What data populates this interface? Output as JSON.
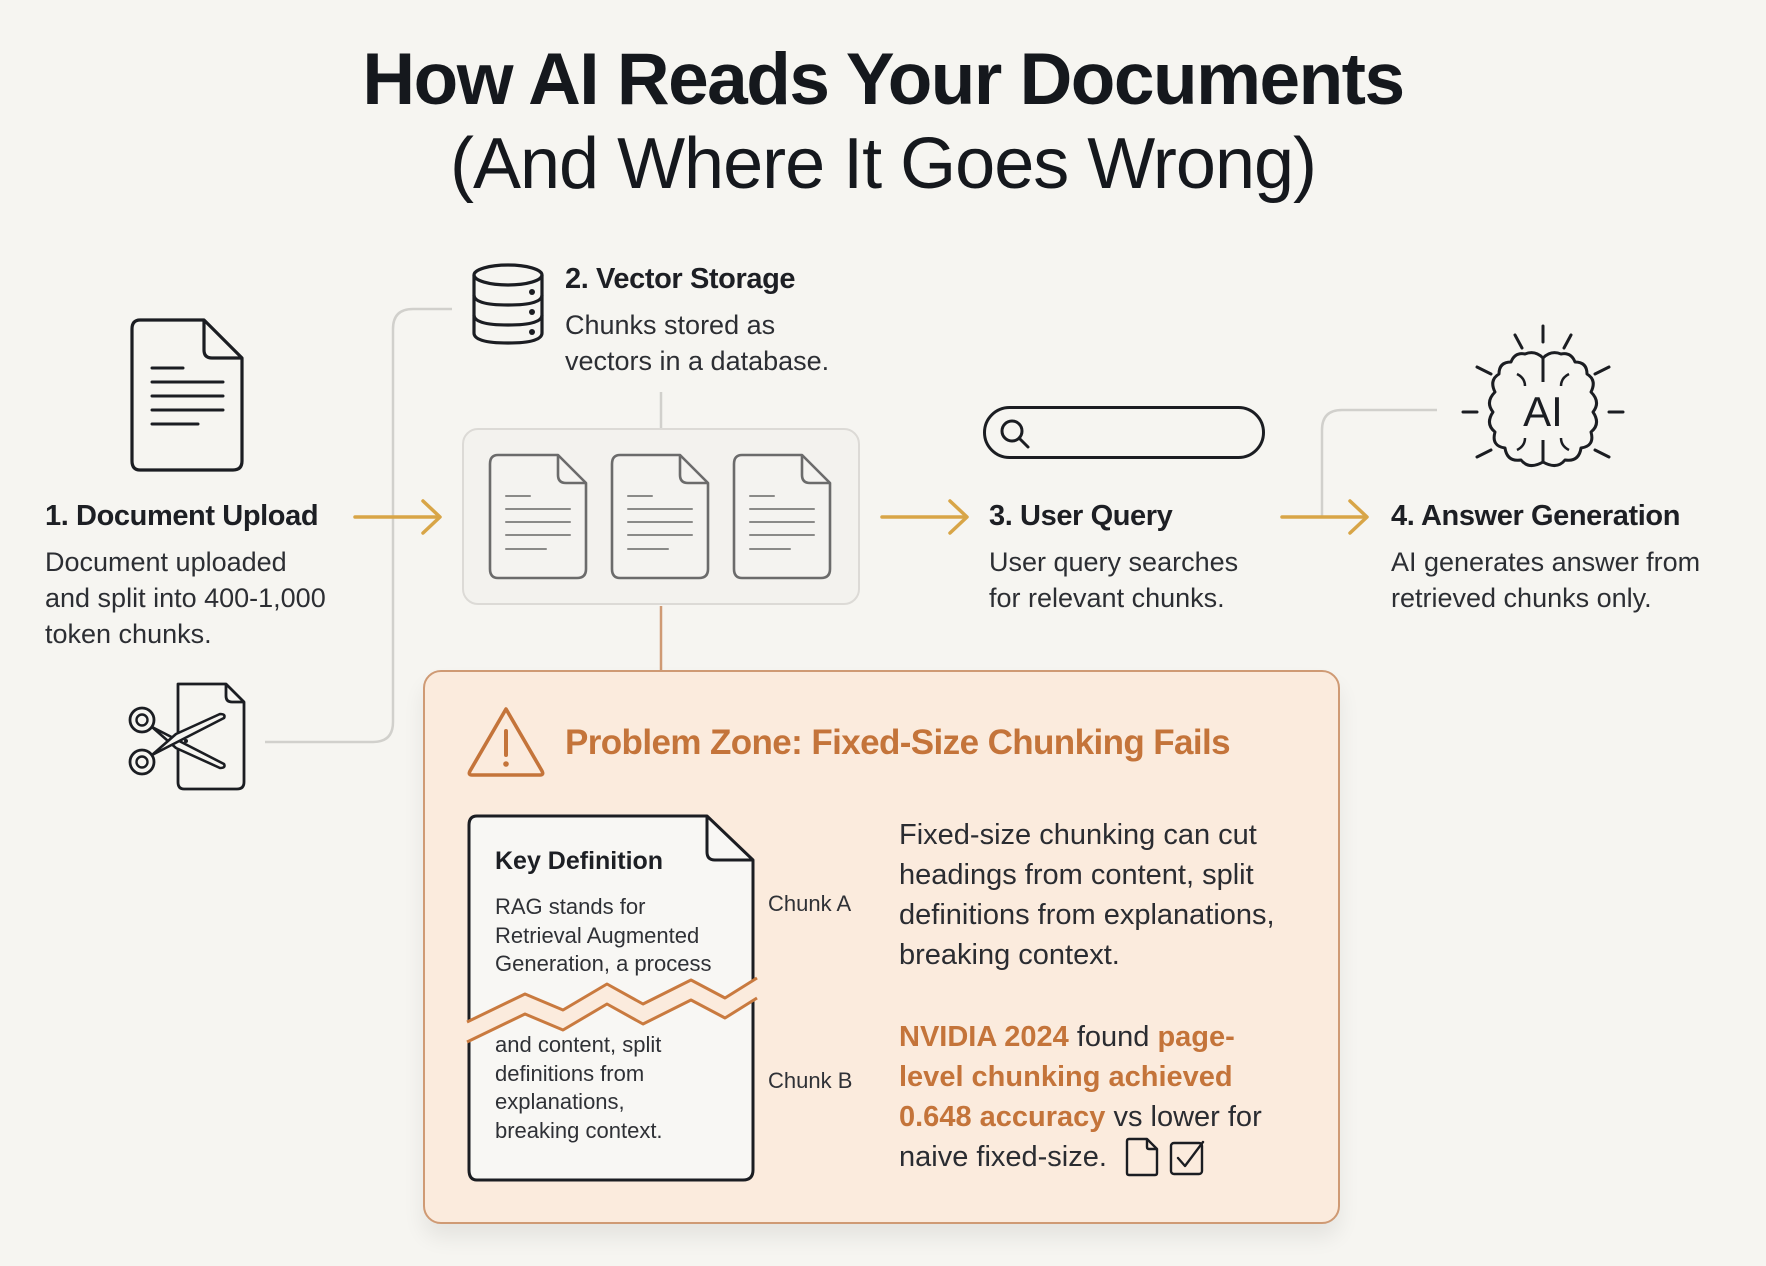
{
  "title": {
    "line1": "How AI Reads Your Documents",
    "line2": "(And Where It Goes Wrong)"
  },
  "colors": {
    "background": "#f6f5f1",
    "arrow": "#d8a547",
    "accent": "#c4743a",
    "problem_fill": "#fbebdd",
    "problem_border": "#cf9a74",
    "connector": "#cfcfcc"
  },
  "steps": [
    {
      "icon": "document-icon",
      "heading": "1. Document Upload",
      "lines": [
        "Document uploaded",
        "and split into 400-1,000",
        "token chunks."
      ]
    },
    {
      "icon": "database-icon",
      "heading": "2. Vector Storage",
      "lines": [
        "Chunks stored as",
        "vectors in a database."
      ]
    },
    {
      "icon": "search-bar-icon",
      "heading": "3. User Query",
      "lines": [
        "User query searches",
        "for relevant chunks."
      ]
    },
    {
      "icon": "ai-brain-icon",
      "heading": "4. Answer Generation",
      "lines": [
        "AI generates answer from",
        "retrieved chunks only."
      ]
    }
  ],
  "ai_brain_label": "AI",
  "chunk_stack_icon": "chunked-documents-icon",
  "split_icon": "scissors-document-icon",
  "problem": {
    "icon": "warning-icon",
    "title": "Problem Zone: Fixed-Size Chunking Fails",
    "key_definition": {
      "title": "Key Definition",
      "chunk_a_lines": [
        "RAG stands for",
        "Retrieval Augmented",
        "Generation, a process"
      ],
      "chunk_b_lines": [
        "and content, split",
        "definitions from",
        "explanations,",
        "breaking context."
      ]
    },
    "chunk_a_label": "Chunk A",
    "chunk_b_label": "Chunk B",
    "explanation_lines": [
      "Fixed-size chunking can cut",
      "headings from content, split",
      "definitions from explanations,",
      "breaking context."
    ],
    "finding": {
      "line1_hl": "NVIDIA 2024",
      "line1_mid": " found ",
      "line1_hl2": "page-",
      "line2_hl": "level chunking achieved",
      "line3_hl": "0.648 accuracy",
      "line3_rest": " vs lower for",
      "line4": "naive fixed-size."
    },
    "trailing_icons": [
      "page-icon",
      "checkbox-icon"
    ]
  }
}
